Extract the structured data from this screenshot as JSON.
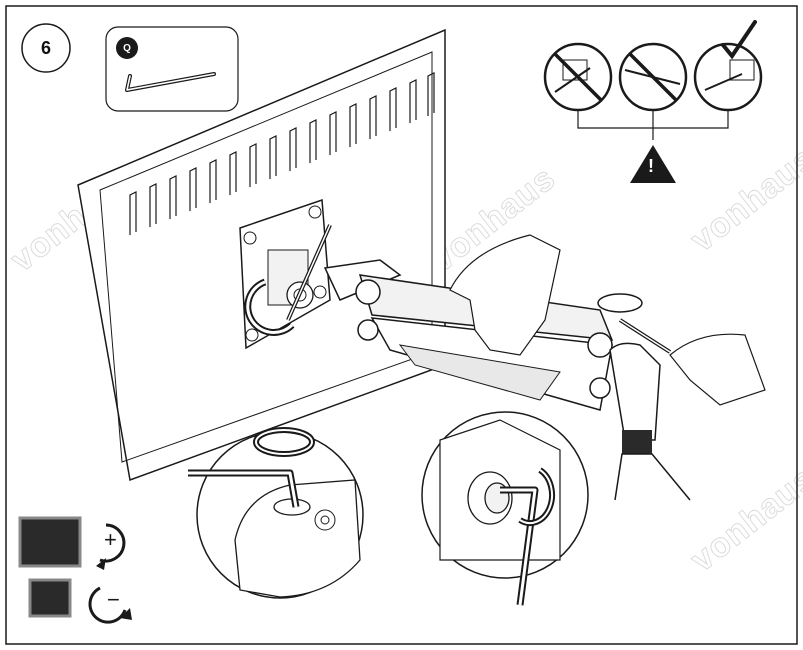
{
  "step": {
    "number": "6"
  },
  "tool": {
    "code": "Q",
    "icon": "hex-key-icon"
  },
  "warning": {
    "symbol": "!",
    "icon": "warning-triangle-icon"
  },
  "adjustments": {
    "increase": {
      "symbol": "+",
      "icon": "clockwise-plus-icon"
    },
    "decrease": {
      "symbol": "−",
      "icon": "counterclockwise-minus-icon"
    }
  },
  "watermark": {
    "text": "vonhaus"
  },
  "colors": {
    "line": "#1a1a1a",
    "panel": "#ffffff",
    "monitor_dark": "#2a2a2a",
    "arm_fill": "#f2f2f2"
  }
}
